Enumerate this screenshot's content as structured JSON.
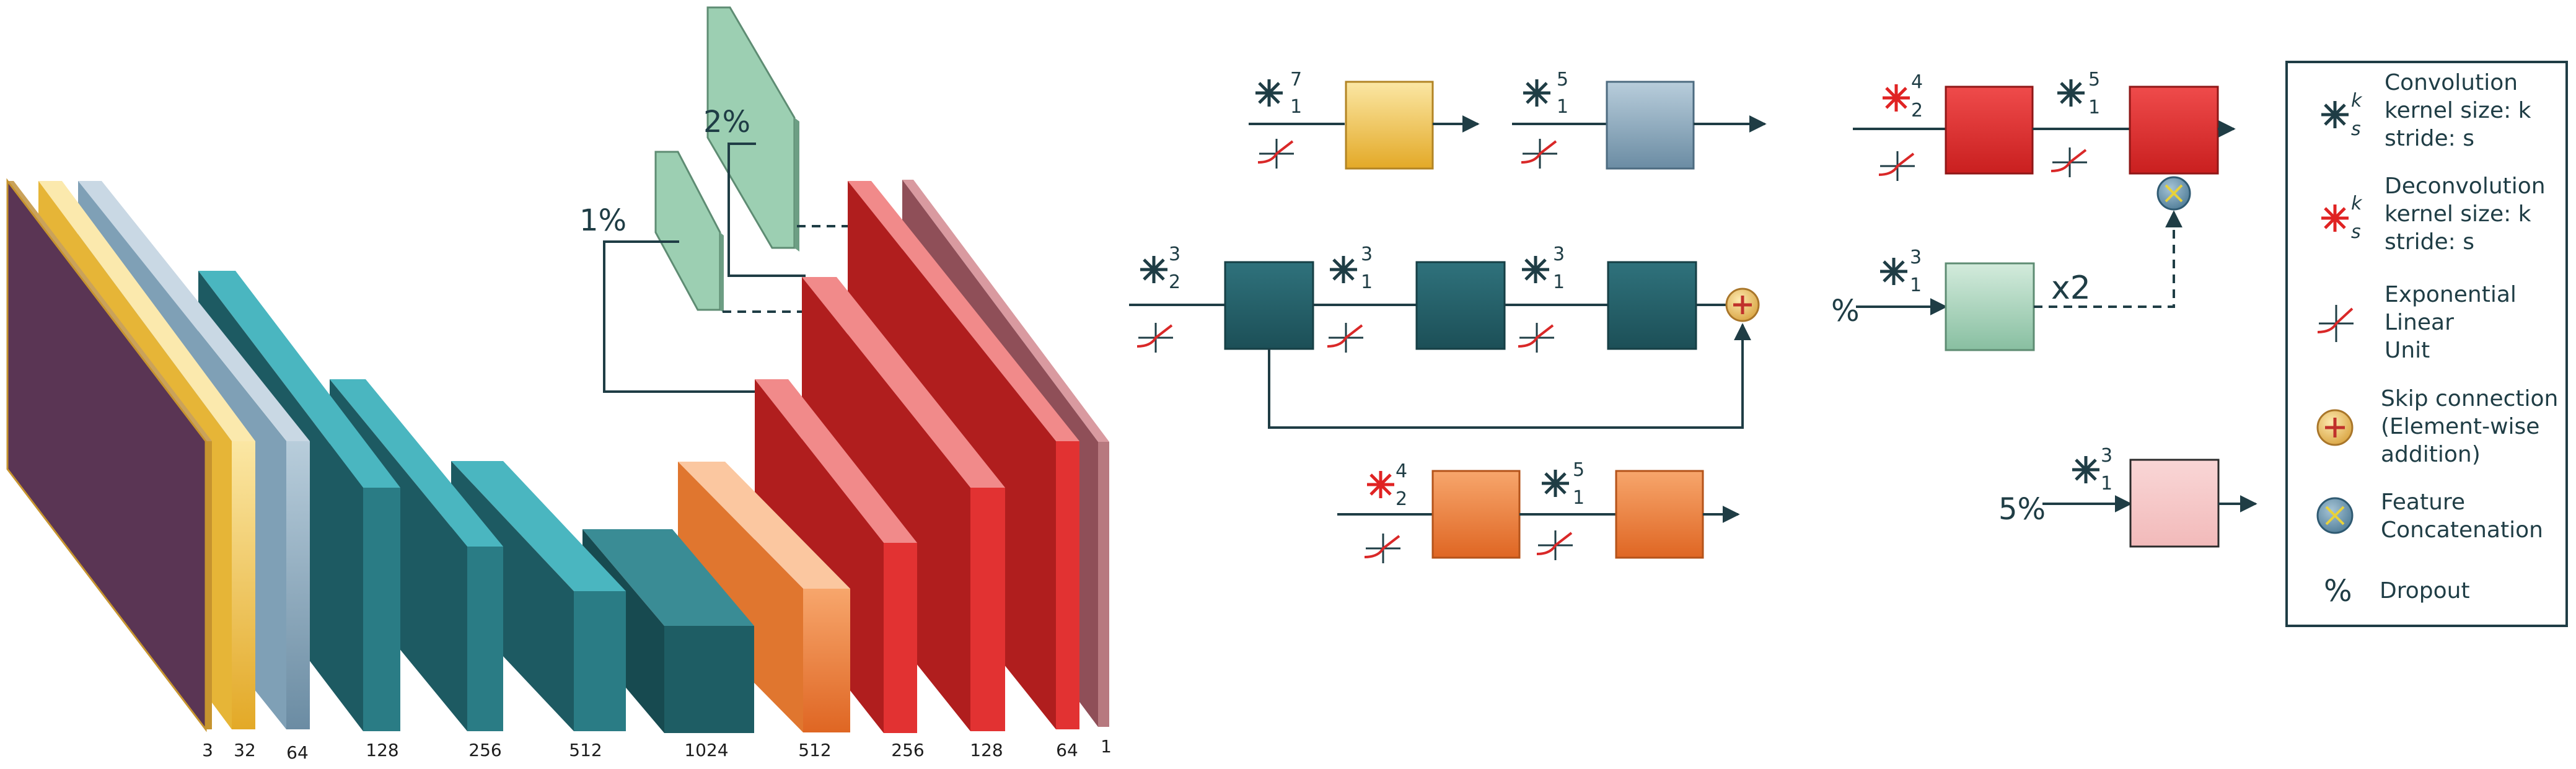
{
  "encoder_channels": [
    "3",
    "32",
    "64",
    "128",
    "256",
    "512",
    "1024",
    "512",
    "256",
    "128",
    "64",
    "1"
  ],
  "dropout_labels": {
    "first": "1%",
    "second": "2%",
    "third": "5%"
  },
  "blocks": {
    "yellow": {
      "k": "7",
      "s": "1"
    },
    "blue": {
      "k": "5",
      "s": "1"
    },
    "teal": {
      "k1": "3",
      "s1": "2",
      "k2": "3",
      "s2": "1",
      "k3": "3",
      "s3": "1"
    },
    "orange": {
      "k1": "4",
      "s1": "2",
      "k2": "5",
      "s2": "1"
    },
    "red": {
      "k1": "4",
      "s1": "2",
      "k2": "5",
      "s2": "1"
    },
    "green": {
      "k": "3",
      "s": "1",
      "multiplier": "x2"
    },
    "pink": {
      "k": "3",
      "s": "1"
    }
  },
  "legend": {
    "convolution": {
      "sup": "k",
      "sub": "s",
      "lines": [
        "Convolution",
        "kernel size: k",
        "stride: s"
      ]
    },
    "deconvolution": {
      "sup": "k",
      "sub": "s",
      "lines": [
        "Deconvolution",
        "kernel size: k",
        "stride: s"
      ]
    },
    "elu": {
      "lines": [
        "Exponential",
        "Linear",
        "Unit"
      ]
    },
    "skip": {
      "lines": [
        "Skip connection",
        "(Element-wise",
        "addition)"
      ]
    },
    "concat": {
      "lines": [
        "Feature",
        "Concatenation"
      ]
    },
    "dropout": {
      "symbol": "%",
      "label": "Dropout"
    }
  },
  "colors": {
    "purple": "#5a3554",
    "yellow": "#e9b93a",
    "steel_blue": "#8aa9bf",
    "teal": "#23606a",
    "teal_light": "#44b3bd",
    "orange": "#e8793a",
    "red": "#d92828",
    "mauve": "#b7797f",
    "green": "#8fc4a8",
    "pink": "#f4c2c2",
    "dark": "#1f3d45"
  }
}
